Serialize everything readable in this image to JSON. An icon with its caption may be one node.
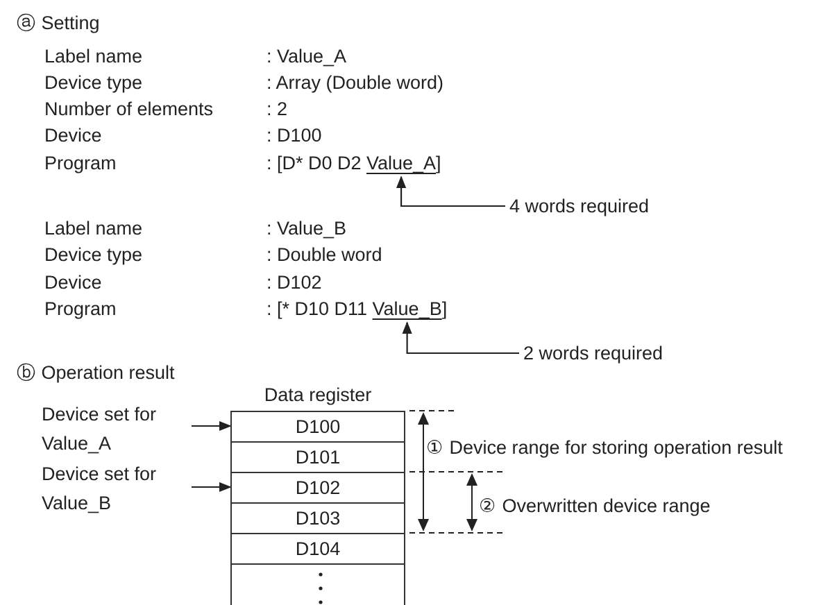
{
  "diagram": {
    "nodes": [
      {
        "text": [
          ": [D* D0 D2 Value_A]"
        ]
      },
      {
        "text": [
          "4 words required"
        ]
      },
      {
        "text": [
          ": [* D10 D11 Value_B]"
        ]
      },
      {
        "text": [
          "2 words required"
        ]
      },
      {
        "text": [
          "Device set for Value_A"
        ]
      },
      {
        "text": [
          "Device set for Value_B"
        ]
      },
      {
        "text": [
          "Data register"
        ]
      },
      {
        "text": [
          "D100"
        ],
        "in": 6
      },
      {
        "text": [
          "D101"
        ],
        "in": 6
      },
      {
        "text": [
          "D102"
        ],
        "in": 6
      },
      {
        "text": [
          "D103"
        ],
        "in": 6
      },
      {
        "text": [
          "D104"
        ],
        "in": 6
      },
      {
        "text": [],
        "shape": "box",
        "in": 6
      }
    ],
    "edges": [
      {
        "from": 1,
        "to": 0,
        "arrow": "to"
      },
      {
        "from": 3,
        "to": 2,
        "arrow": "to"
      },
      {
        "from": 4,
        "to": 7,
        "arrow": "to"
      },
      {
        "from": 5,
        "to": 9,
        "arrow": "to"
      }
    ],
    "labels": [
      "ⓐ Setting",
      "Label name",
      ": Value_A",
      "Device type",
      ": Array (Double word)",
      "Number of elements",
      ": 2",
      "Device",
      ": D100",
      "Program",
      "Label name",
      ": Value_B",
      "Device type",
      ": Double word",
      "Device",
      ": D102",
      "Program",
      "ⓑ Operation result",
      "① Device range for storing operation result",
      "② Overwritten device range"
    ]
  }
}
